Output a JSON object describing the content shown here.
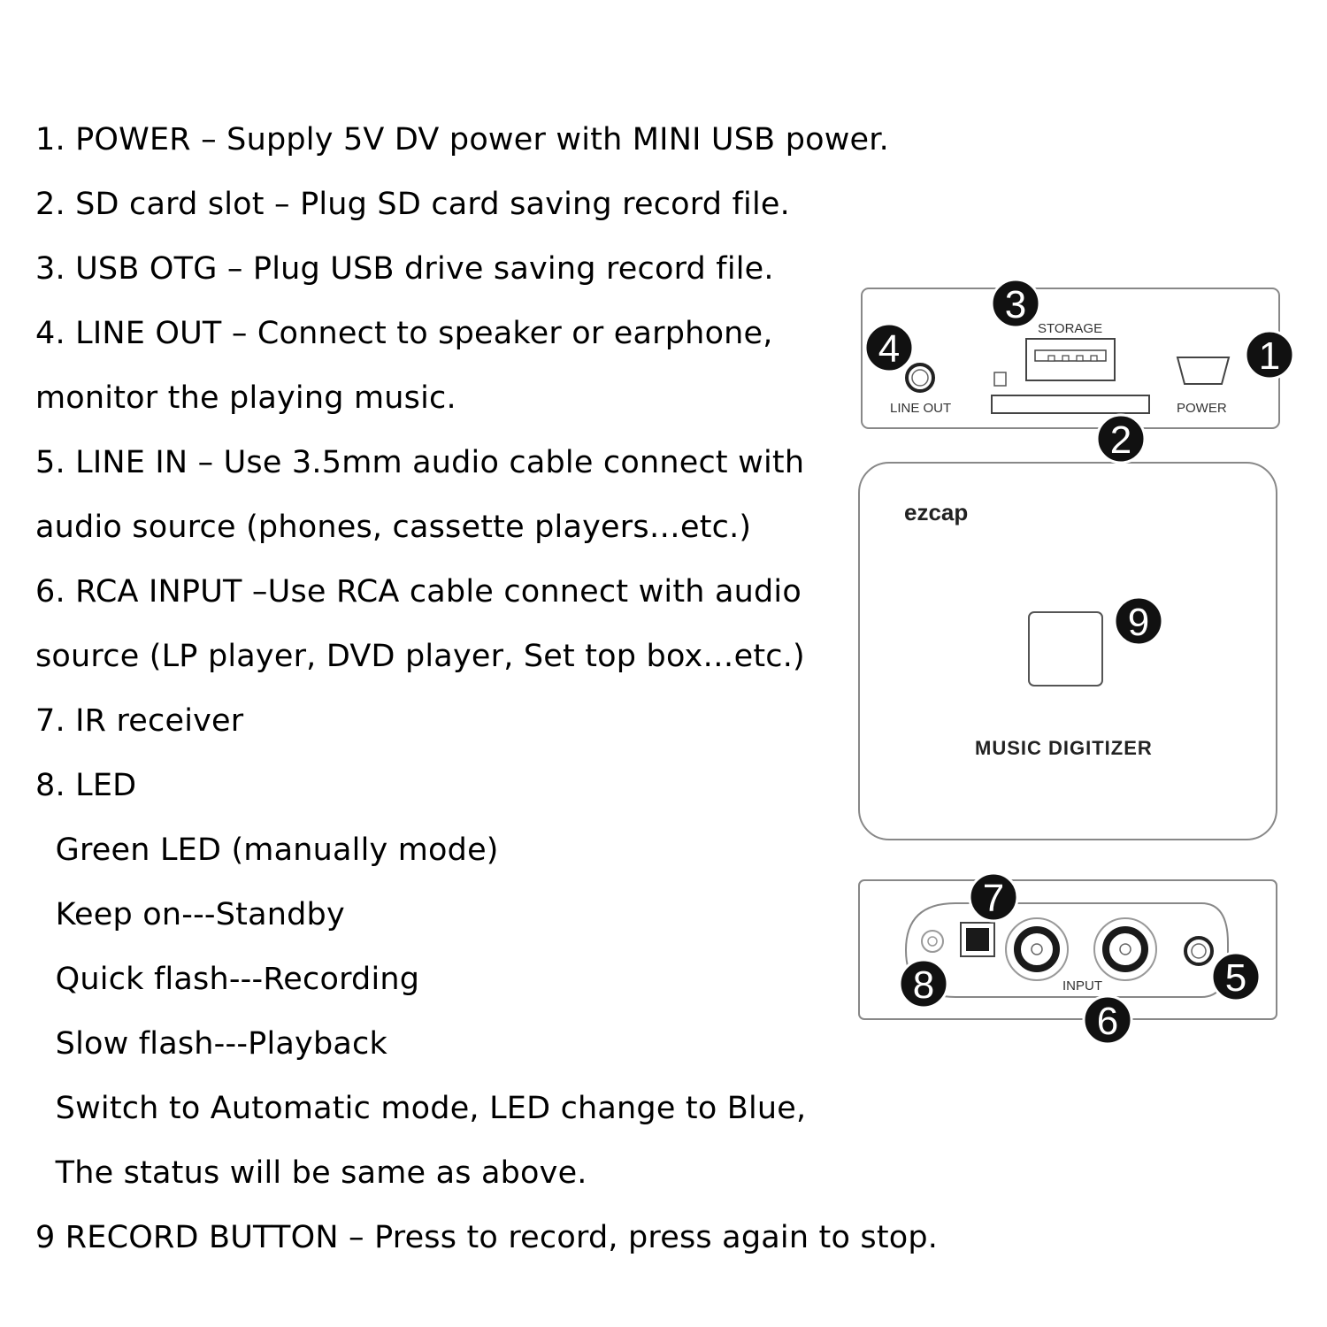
{
  "instructions": [
    "1. POWER – Supply 5V DV power with MINI USB power.",
    "2. SD card slot – Plug SD card saving record file.",
    "3. USB OTG – Plug USB drive saving record file.",
    "4. LINE OUT – Connect to speaker or earphone,",
    "monitor the playing music.",
    "5. LINE IN – Use 3.5mm audio cable connect with",
    "audio source (phones, cassette players…etc.)",
    "6. RCA INPUT –Use RCA cable connect with audio",
    " source (LP player, DVD player, Set top box…etc.)",
    "7. IR receiver",
    "8. LED",
    "  Green LED (manually mode)",
    "  Keep on---Standby",
    "  Quick flash---Recording",
    "  Slow flash---Playback",
    "  Switch to Automatic mode, LED change to Blue,",
    "  The status will be same as above.",
    "9 RECORD BUTTON – Press to record, press again to stop."
  ],
  "device": {
    "brand": "ezcap",
    "model_label": "MUSIC DIGITIZER",
    "top_panel": {
      "storage_label": "STORAGE",
      "line_out_label": "LINE OUT",
      "power_label": "POWER"
    },
    "bottom_panel": {
      "input_label": "INPUT"
    },
    "callouts": {
      "c1": "1",
      "c2": "2",
      "c3": "3",
      "c4": "4",
      "c5": "5",
      "c6": "6",
      "c7": "7",
      "c8": "8",
      "c9": "9"
    }
  }
}
